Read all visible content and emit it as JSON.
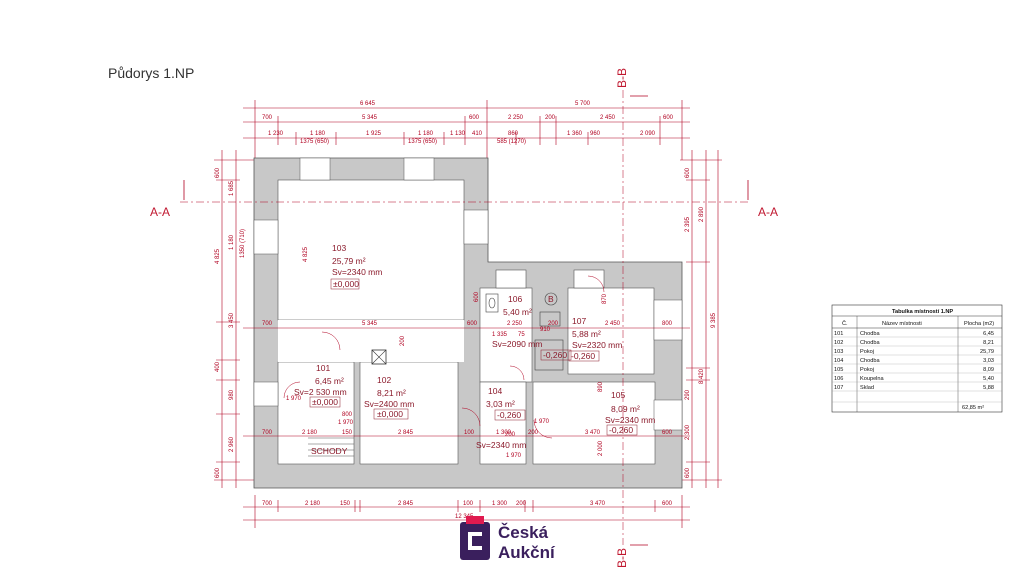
{
  "title": "Půdorys 1.NP",
  "sections": {
    "aa_left": "A-A",
    "aa_right": "A-A",
    "bb_top": "B-B",
    "bb_bottom": "B-B"
  },
  "dims": {
    "top1": [
      "6 645",
      "5 700"
    ],
    "top2": [
      "700",
      "5 345",
      "600",
      "2 250",
      "200",
      "2 450",
      "600"
    ],
    "top3": [
      "1 230",
      "1 180",
      "1 925",
      "1 180",
      "1 130",
      "410",
      "860",
      "1 360",
      "960",
      "2 090"
    ],
    "top3sub": [
      "1375 (650)",
      "1375 (650)",
      "585 (1270)"
    ],
    "bottom1": [
      "700",
      "2 180",
      "150",
      "2 845",
      "100",
      "1 300",
      "200",
      "3 470",
      "600"
    ],
    "bottom2": [
      "12 345"
    ],
    "mid1": [
      "700",
      "5 345",
      "600",
      "2 250",
      "200",
      "2 450",
      "800"
    ],
    "mid2": [
      "700",
      "2 180",
      "150",
      "2 845",
      "100",
      "1 300",
      "200",
      "3 470",
      "600"
    ],
    "left_outer": [
      "600",
      "1 685",
      "4 825",
      "3 450",
      "400",
      "980",
      "2 960",
      "600"
    ],
    "left_inner": [
      "1 180",
      "1350 (710)"
    ],
    "right_outer": [
      "600",
      "2 395",
      "2 890",
      "290",
      "2 300",
      "600"
    ],
    "right_total": [
      "9 385",
      "8 420"
    ],
    "room_small": [
      "4 825",
      "600",
      "1 335",
      "75",
      "910",
      "200",
      "1 970",
      "800",
      "1 970",
      "200",
      "1 970",
      "890",
      "2 000",
      "1 970",
      "870"
    ]
  },
  "rooms": [
    {
      "num": "103",
      "area": "25,79 m²",
      "sv": "Sv=2340 mm",
      "level": "±0,000"
    },
    {
      "num": "106",
      "area": "5,40 m²",
      "sv": "Sv=2090 mm",
      "level": "-0,260"
    },
    {
      "num": "107",
      "area": "5,88 m²",
      "sv": "Sv=2320 mm",
      "level": "-0,260"
    },
    {
      "num": "101",
      "area": "6,45 m²",
      "sv": "Sv=2 530 mm",
      "level": "±0,000"
    },
    {
      "num": "102",
      "area": "8,21 m²",
      "sv": "Sv=2400 mm",
      "level": "±0,000"
    },
    {
      "num": "104",
      "area": "3,03 m²",
      "sv": "Sv=2340 mm",
      "level": "-0,260"
    },
    {
      "num": "105",
      "area": "8,09 m²",
      "sv": "Sv=2340 mm",
      "level": "-0,260"
    }
  ],
  "stairs_label": "SCHODY",
  "boiler_label": "B",
  "table": {
    "title": "Tabulka místností 1.NP",
    "headers": [
      "Č.",
      "Název místnosti",
      "Plocha (m2)"
    ],
    "rows": [
      [
        "101",
        "Chodba",
        "6,45"
      ],
      [
        "102",
        "Chodba",
        "8,21"
      ],
      [
        "103",
        "Pokoj",
        "25,79"
      ],
      [
        "104",
        "Chodba",
        "3,03"
      ],
      [
        "105",
        "Pokoj",
        "8,09"
      ],
      [
        "106",
        "Koupelna",
        "5,40"
      ],
      [
        "107",
        "Sklad",
        "5,88"
      ]
    ],
    "total": "62,85 m²"
  },
  "logo": {
    "line1": "Česká",
    "line2": "Aukční"
  },
  "colors": {
    "dimension": "#b00020",
    "wall": "#c8c8c8",
    "room_text": "#8b1a2b",
    "logo": "#3a1f5d"
  }
}
